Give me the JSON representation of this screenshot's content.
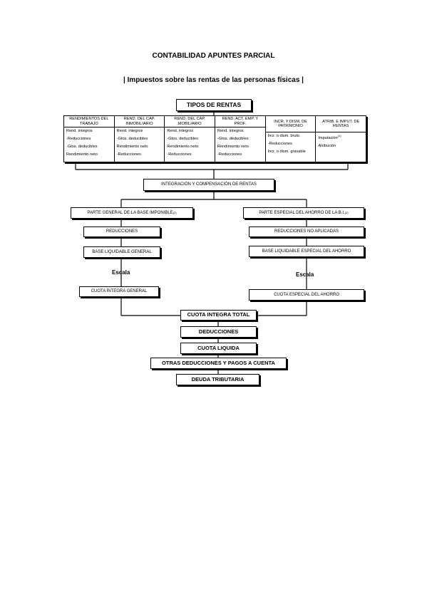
{
  "header": {
    "title": "CONTABILIDAD APUNTES PARCIAL",
    "subtitle": "| Impuestos sobre las rentas de las personas físicas |"
  },
  "diagram": {
    "tipos": "TIPOS DE RENTAS",
    "columns": [
      {
        "head": "RENDIMIENTOS DEL TRABAJO",
        "items": [
          "Rend. íntegros",
          "-Reducciones",
          "-Gtos. deducibles",
          "Rendimiento neto"
        ]
      },
      {
        "head": "REND. DEL CAP. INMOBILIARIO",
        "items": [
          "Rend. íntegros",
          "-Gtos. deducibles",
          "Rendimiento neto",
          "-Reducciones"
        ]
      },
      {
        "head": "REND. DEL CAP. MOBILIARIO",
        "items": [
          "Rend. íntegros",
          "-Gtos. deducibles",
          "Rendimiento neto",
          "-Reducciones"
        ]
      },
      {
        "head": "REND. ACT. EMP. Y PROF.",
        "items": [
          "Rend. íntegros",
          "-Gtos. deducibles",
          "Rendimiento neto",
          "-Reducciones"
        ]
      },
      {
        "head": "INCR. Y DISM. DE PATRIMONIO",
        "items": [
          "Incr. o dism. bruto",
          "-Reducciones",
          "Incr. o dism. gravable"
        ]
      },
      {
        "head": "ATRIB. E IMPUT. DE RENTAS",
        "items": [
          "Imputación",
          "Atribución"
        ],
        "sup0": "(1)"
      }
    ],
    "integracion": "INTEGRACIÓN Y COMPENSACIÓN DE RENTAS",
    "general": {
      "parte": "PARTE GENERAL DE LA BASE IMPONIBLE",
      "parte_sup": "(2)",
      "reducciones": "REDUCCIONES",
      "base": "BASE LIQUIDABLE GENERAL",
      "escala": "Escala",
      "cuota": "CUOTA ÍNTEGRA GENERAL"
    },
    "especial": {
      "parte": "PARTE ESPECIAL DEL AHORRO DE LA B.I.",
      "parte_sup": "(2)",
      "reducciones": "REDUCCIONES NO APLICADAS",
      "base": "BASE LIQUIDABLE ESPECIAL DEL AHORRO",
      "escala": "Escala",
      "cuota": "CUOTA ESPECIAL DEL AHORRO"
    },
    "cuota_total": "CUOTA INTEGRA TOTAL",
    "deducciones": "DEDUCCIONES",
    "cuota_liquida": "CUOTA LIQUIDA",
    "otras": "OTRAS DEDUCCIONES Y PAGOS A CUENTA",
    "deuda": "DEUDA TRIBUTARIA"
  }
}
